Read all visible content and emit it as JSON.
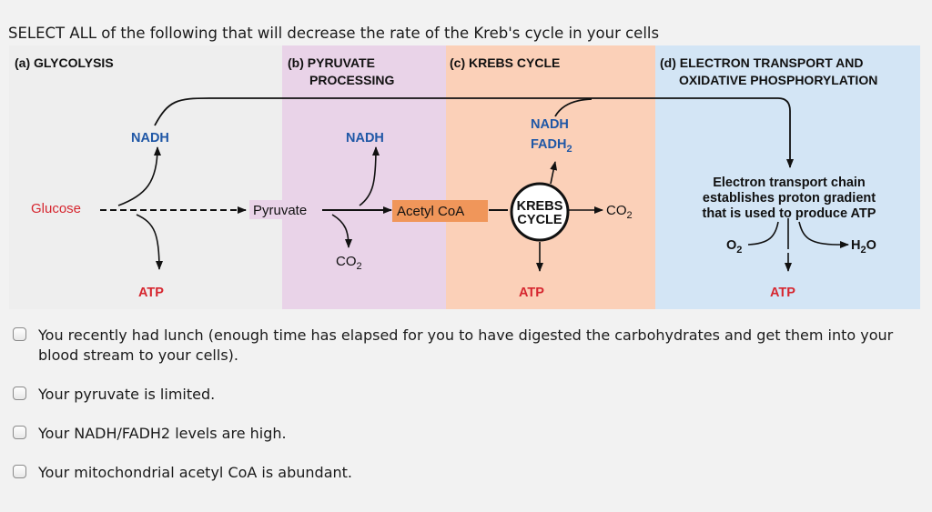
{
  "question": "SELECT ALL of the following that will decrease the rate of the Kreb's cycle in your cells",
  "diagram": {
    "stages": {
      "a": "(a) GLYCOLYSIS",
      "b_line1": "(b) PYRUVATE",
      "b_line2": "PROCESSING",
      "c": "(c) KREBS CYCLE",
      "d_line1": "(d) ELECTRON TRANSPORT AND",
      "d_line2": "OXIDATIVE PHOSPHORYLATION"
    },
    "colors": {
      "glycolysis_band": "#eeeeee",
      "pyruvate_band": "#e9d3e8",
      "krebs_band": "#fbd0b8",
      "etc_band": "#d3e5f5",
      "molecule_red": "#d6262f",
      "molecule_blue": "#1f57a6",
      "acetyl_box": "#f0965a"
    },
    "labels": {
      "glucose": "Glucose",
      "pyruvate": "Pyruvate",
      "acetyl_coa": "Acetyl CoA",
      "krebs_line1": "KREBS",
      "krebs_line2": "CYCLE",
      "nadh_a": "NADH",
      "nadh_b": "NADH",
      "nadh_c": "NADH",
      "fadh": "FADH",
      "fadh_sub": "2",
      "co2_b": "CO",
      "co2_b_sub": "2",
      "co2_c": "CO",
      "co2_c_sub": "2",
      "atp_a": "ATP",
      "atp_c": "ATP",
      "atp_d": "ATP",
      "etc_line1": "Electron transport chain",
      "etc_line2": "establishes proton gradient",
      "etc_line3": "that is used to produce ATP",
      "o2": "O",
      "o2_sub": "2",
      "h2o_h": "H",
      "h2o_sub": "2",
      "h2o_o": "O"
    }
  },
  "options": [
    {
      "text": "You recently had lunch (enough time has elapsed for you to have digested the carbohydrates and get them into your blood stream to your cells)."
    },
    {
      "text": "Your pyruvate is limited."
    },
    {
      "text": "Your NADH/FADH2 levels are high."
    },
    {
      "text": "Your mitochondrial acetyl CoA is abundant."
    }
  ]
}
